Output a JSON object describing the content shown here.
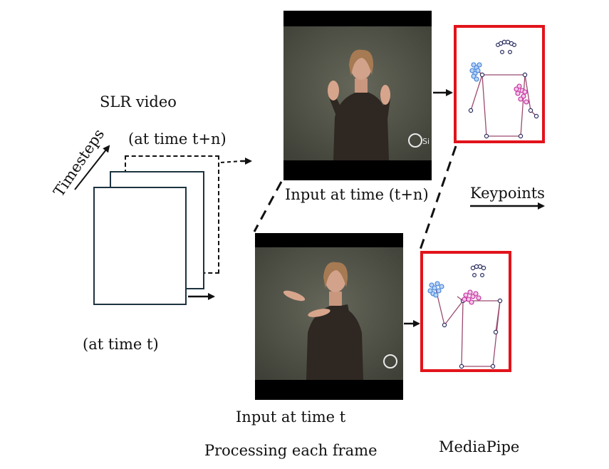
{
  "labels": {
    "slr_video": "SLR video",
    "timesteps": "Timesteps",
    "time_tn": "(at time t+n)",
    "time_t": "(at time t)",
    "input_tn": "Input at time (t+n)",
    "input_t": "Input at time t",
    "processing": "Processing each frame",
    "keypoints": "Keypoints",
    "mediapipe": "MediaPipe"
  },
  "watermark": "Si",
  "colors": {
    "highlight": "#e2131b",
    "skeleton": "#9b4b6f",
    "hand_left": "#3d7fd6",
    "hand_right": "#c2269a",
    "joint": "#2b2f5e"
  }
}
